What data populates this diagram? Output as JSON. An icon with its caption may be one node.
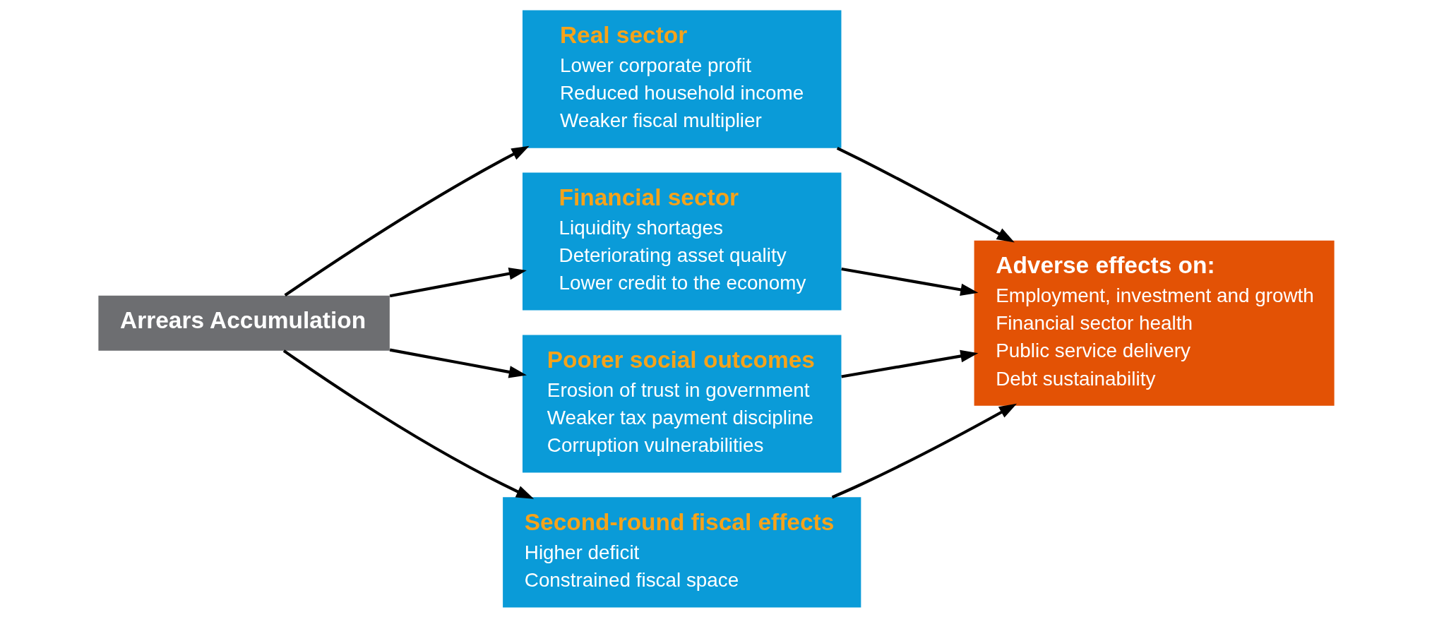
{
  "diagram": {
    "nodes": [
      {
        "text": [
          "Arrears Accumulation"
        ]
      },
      {
        "text": [
          "Real sector",
          "Lower corporate profit",
          "Reduced household income",
          "Weaker fiscal multiplier"
        ]
      },
      {
        "text": [
          "Financial sector",
          "Liquidity shortages",
          "Deteriorating asset quality",
          "Lower credit to the economy"
        ]
      },
      {
        "text": [
          "Poorer social outcomes",
          "Erosion of trust in government",
          "Weaker tax payment discipline",
          "Corruption vulnerabilities"
        ]
      },
      {
        "text": [
          "Second-round fiscal effects",
          "Higher deficit",
          "Constrained fiscal space"
        ]
      },
      {
        "text": [
          "Adverse effects on:",
          "Employment, investment and growth",
          "Financial sector health",
          "Public service delivery",
          "Debt sustainability"
        ]
      }
    ],
    "edges": [
      {
        "from": 0,
        "to": 1,
        "arrow": "to"
      },
      {
        "from": 0,
        "to": 2,
        "arrow": "to"
      },
      {
        "from": 0,
        "to": 3,
        "arrow": "to"
      },
      {
        "from": 0,
        "to": 4,
        "arrow": "to"
      },
      {
        "from": 1,
        "to": 5,
        "arrow": "to"
      },
      {
        "from": 2,
        "to": 5,
        "arrow": "to"
      },
      {
        "from": 3,
        "to": 5,
        "arrow": "to"
      },
      {
        "from": 4,
        "to": 5,
        "arrow": "to"
      }
    ]
  }
}
